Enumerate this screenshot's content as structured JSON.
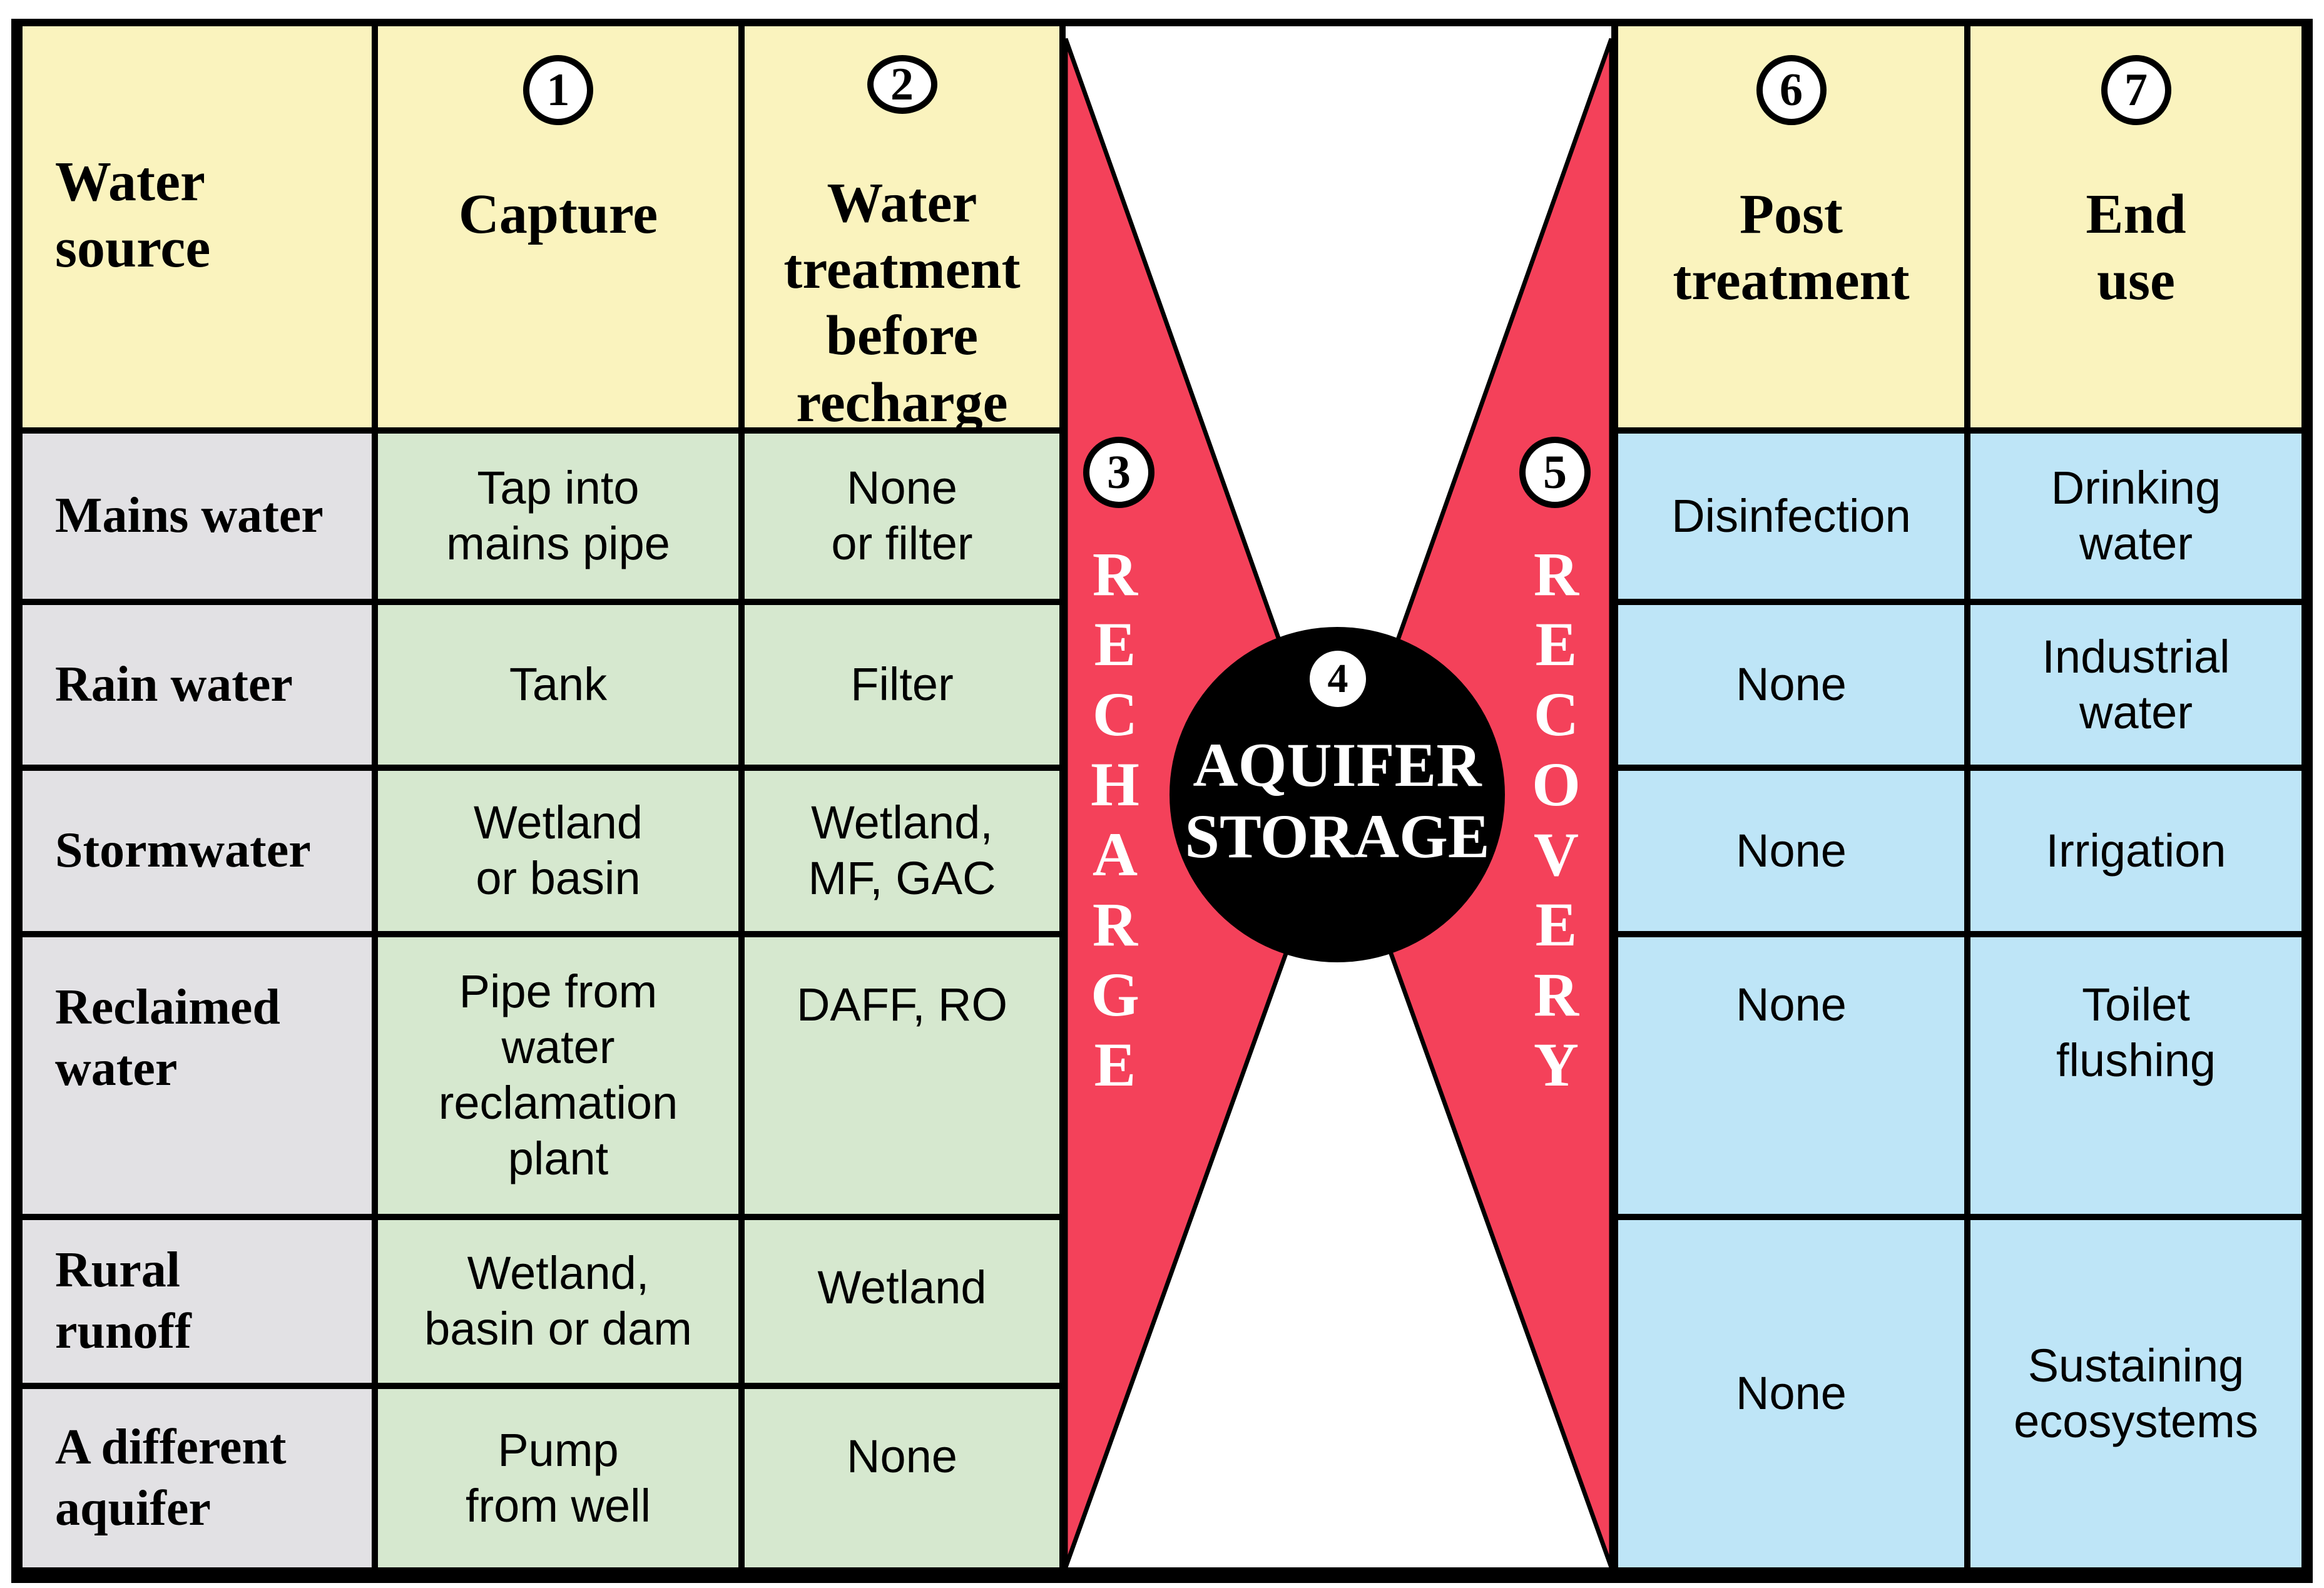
{
  "colors": {
    "page_bg": "#ffffff",
    "line": "#000000",
    "header_bg": "#faf3be",
    "source_bg": "#e2e1e4",
    "green_bg": "#d6e8cf",
    "blue_bg": "#bee5f7",
    "red": "#f4415a"
  },
  "columns": [
    {
      "number": "",
      "label": "Water\nsource"
    },
    {
      "number": "1",
      "label": "Capture"
    },
    {
      "number": "2",
      "label": "Water\ntreatment\nbefore\nrecharge"
    },
    {
      "number": "6",
      "label": "Post\ntreatment"
    },
    {
      "number": "7",
      "label": "End\nuse"
    }
  ],
  "center": {
    "recharge": {
      "number": "3",
      "word": "RECHARGE"
    },
    "storage": {
      "number": "4",
      "line1": "AQUIFER",
      "line2": "STORAGE"
    },
    "recovery": {
      "number": "5",
      "word": "RECOVERY"
    }
  },
  "rows": [
    {
      "source": "Mains water",
      "capture": "Tap into\nmains pipe",
      "treatment": "None\nor filter",
      "post": "Disinfection",
      "end": "Drinking\nwater"
    },
    {
      "source": "Rain water",
      "capture": "Tank",
      "treatment": "Filter",
      "post": "None",
      "end": "Industrial\nwater"
    },
    {
      "source": "Stormwater",
      "capture": "Wetland\nor basin",
      "treatment": "Wetland,\nMF, GAC",
      "post": "None",
      "end": "Irrigation"
    },
    {
      "source": "Reclaimed\nwater",
      "capture": "Pipe from\nwater\nreclamation\nplant",
      "treatment": "DAFF, RO",
      "post": "None",
      "end": "Toilet\nflushing"
    },
    {
      "source": "Rural\nrunoff",
      "capture": "Wetland,\nbasin or dam",
      "treatment": "Wetland"
    },
    {
      "source": "A different\naquifer",
      "capture": "Pump\nfrom well",
      "treatment": "None"
    }
  ],
  "merged_bottom_right": {
    "post": "None",
    "end": "Sustaining\necosystems"
  }
}
